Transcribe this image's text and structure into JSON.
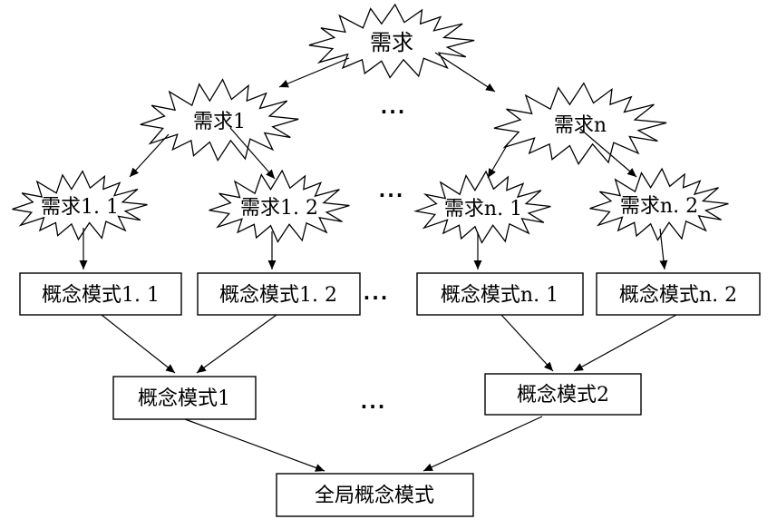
{
  "canvas": {
    "background": "#ffffff",
    "line_color": "#000000",
    "node_fill": "#ffffff",
    "node_border": "#000000",
    "text_color": "#000000"
  },
  "nodes": {
    "req_root": {
      "label": "需求",
      "shape": "starburst"
    },
    "req_1": {
      "label": "需求1",
      "shape": "starburst"
    },
    "req_n": {
      "label": "需求n",
      "shape": "starburst"
    },
    "req_1_1": {
      "label": "需求1. 1",
      "shape": "starburst"
    },
    "req_1_2": {
      "label": "需求1. 2",
      "shape": "starburst"
    },
    "req_n_1": {
      "label": "需求n. 1",
      "shape": "starburst"
    },
    "req_n_2": {
      "label": "需求n. 2",
      "shape": "starburst"
    },
    "schema_1_1": {
      "label": "概念模式1. 1",
      "shape": "rect"
    },
    "schema_1_2": {
      "label": "概念模式1. 2",
      "shape": "rect"
    },
    "schema_n_1": {
      "label": "概念模式n. 1",
      "shape": "rect"
    },
    "schema_n_2": {
      "label": "概念模式n. 2",
      "shape": "rect"
    },
    "schema_1": {
      "label": "概念模式1",
      "shape": "rect"
    },
    "schema_2": {
      "label": "概念模式2",
      "shape": "rect"
    },
    "global_schema": {
      "label": "全局概念模式",
      "shape": "rect"
    }
  },
  "ellipsis": "...",
  "edges": [
    {
      "from": "req_root",
      "to": "req_1"
    },
    {
      "from": "req_root",
      "to": "req_n"
    },
    {
      "from": "req_1",
      "to": "req_1_1"
    },
    {
      "from": "req_1",
      "to": "req_1_2"
    },
    {
      "from": "req_n",
      "to": "req_n_1"
    },
    {
      "from": "req_n",
      "to": "req_n_2"
    },
    {
      "from": "req_1_1",
      "to": "schema_1_1"
    },
    {
      "from": "req_1_2",
      "to": "schema_1_2"
    },
    {
      "from": "req_n_1",
      "to": "schema_n_1"
    },
    {
      "from": "req_n_2",
      "to": "schema_n_2"
    },
    {
      "from": "schema_1_1",
      "to": "schema_1"
    },
    {
      "from": "schema_1_2",
      "to": "schema_1"
    },
    {
      "from": "schema_n_1",
      "to": "schema_2"
    },
    {
      "from": "schema_n_2",
      "to": "schema_2"
    },
    {
      "from": "schema_1",
      "to": "global_schema"
    },
    {
      "from": "schema_2",
      "to": "global_schema"
    }
  ]
}
